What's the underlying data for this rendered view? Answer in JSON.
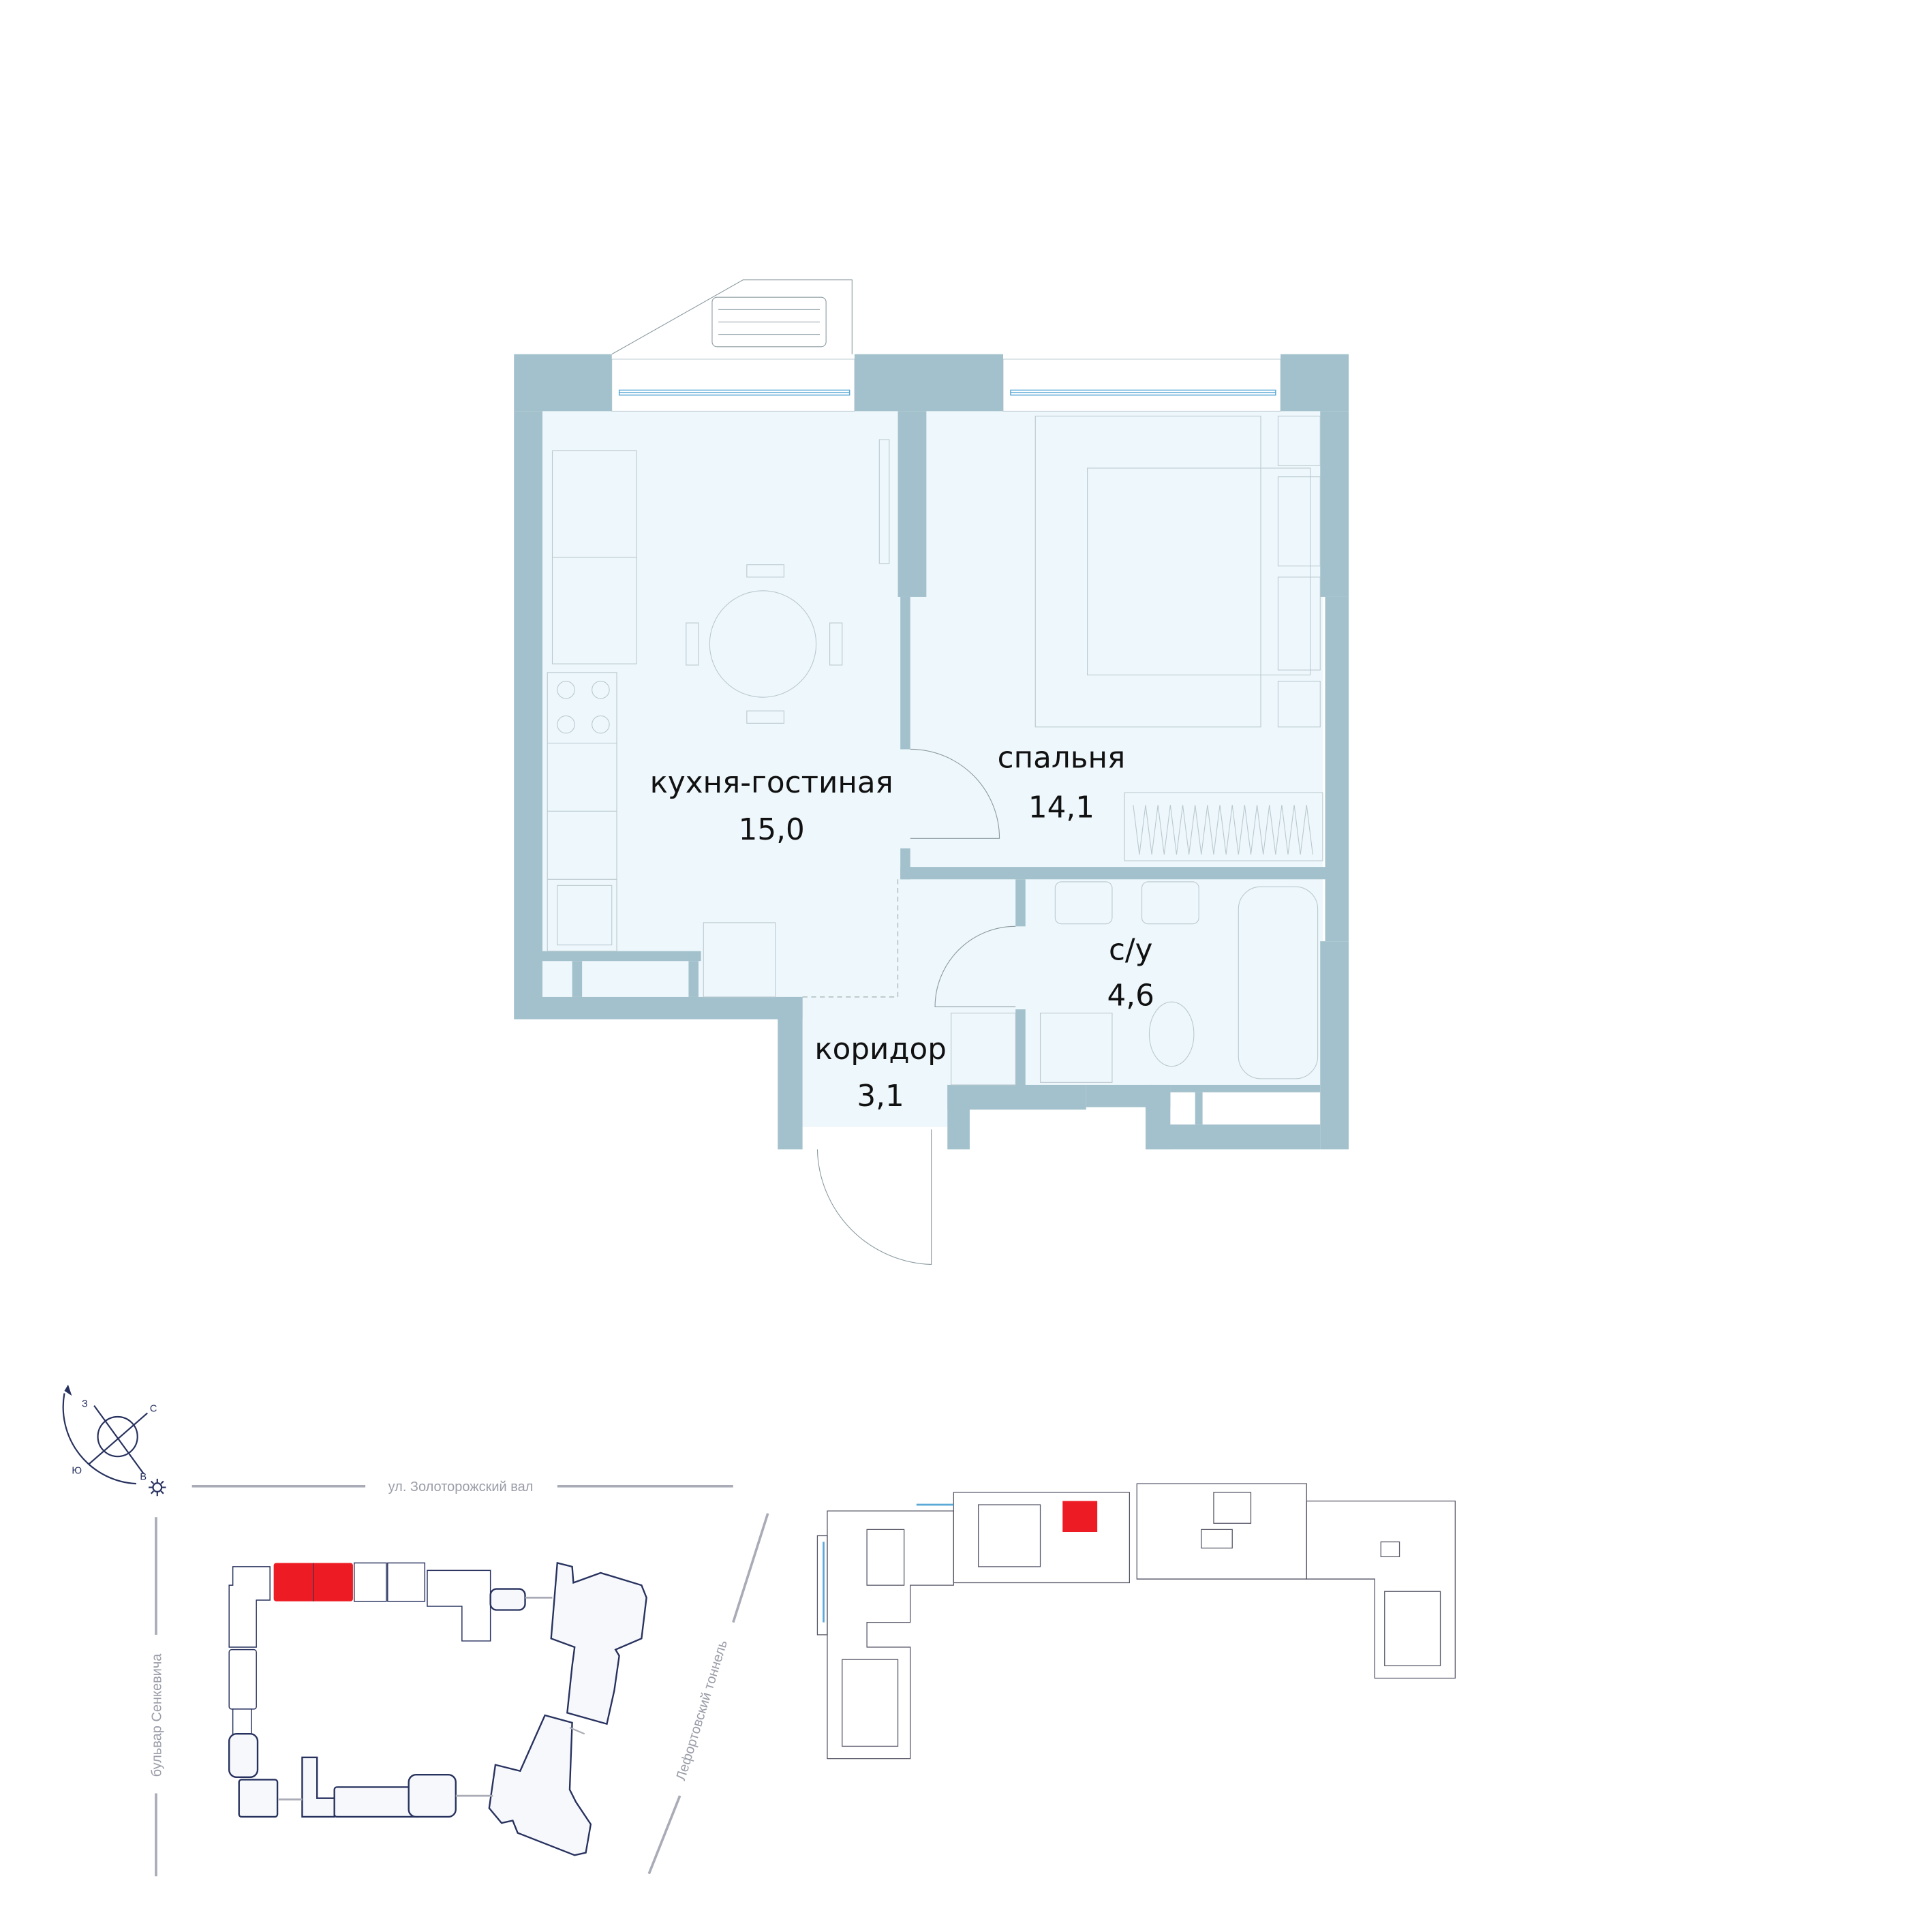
{
  "rooms": [
    {
      "name": "кухня-гостиная",
      "area": "15,0"
    },
    {
      "name": "спальня",
      "area": "14,1"
    },
    {
      "name": "с/у",
      "area": "4,6"
    },
    {
      "name": "коридор",
      "area": "3,1"
    }
  ],
  "streets": {
    "top": "ул. Золоторожский вал",
    "left": "бульвар Сенкевича",
    "right": "Лефортовский тоннель"
  },
  "compass": {
    "n": "С",
    "s": "Ю",
    "e": "В",
    "w": "З"
  },
  "colors": {
    "wall": "#a3c1cc",
    "floor": "#eef7fb",
    "highlight": "#ed1c24",
    "outline": "#27315e"
  }
}
